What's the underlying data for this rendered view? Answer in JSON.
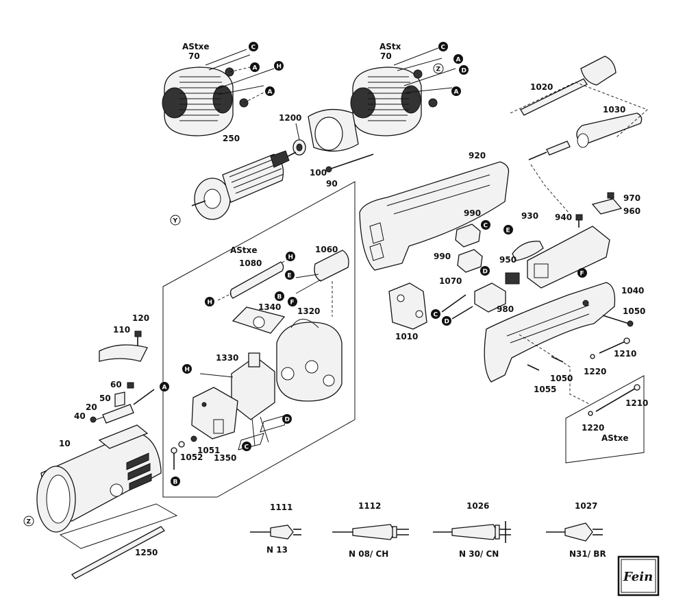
{
  "labels": {
    "astxe_top": "AStxe",
    "astx_top": "AStx",
    "num70a": "70",
    "num70b": "70",
    "n1200": "1200",
    "n250": "250",
    "n100": "100",
    "n90": "90",
    "n920": "920",
    "n1020": "1020",
    "n1030": "1030",
    "n970": "970",
    "n960": "960",
    "n940": "940",
    "n930": "930",
    "n990a": "990",
    "n990b": "990",
    "n950": "950",
    "n1070": "1070",
    "n980": "980",
    "n1010": "1010",
    "n1040": "1040",
    "n1050a": "1050",
    "n1210a": "1210",
    "n1220a": "1220",
    "n1050b": "1050",
    "n1055": "1055",
    "n1210b": "1210",
    "n1220b": "1220",
    "astxe_bottom": "AStxe",
    "astxe_mid": "AStxe",
    "n1060": "1060",
    "n1080": "1080",
    "n1340": "1340",
    "n1320": "1320",
    "n1330": "1330",
    "n1350": "1350",
    "n1051": "1051",
    "n1052": "1052",
    "n120": "120",
    "n110": "110",
    "n60": "60",
    "n50": "50",
    "n20": "20",
    "n40": "40",
    "n10": "10",
    "n1250": "1250",
    "n1111": "1111",
    "n1112": "1112",
    "n1026": "1026",
    "n1027": "1027",
    "plug_n13": "N 13",
    "plug_n08": "N 08/ CH",
    "plug_n30": "N 30/ CN",
    "plug_n31": "N31/ BR"
  },
  "badges": {
    "A": "A",
    "B": "B",
    "C": "C",
    "D": "D",
    "E": "E",
    "F": "F",
    "H": "H",
    "Y": "Y",
    "Z": "Z"
  },
  "logo": {
    "text": "Fein"
  }
}
